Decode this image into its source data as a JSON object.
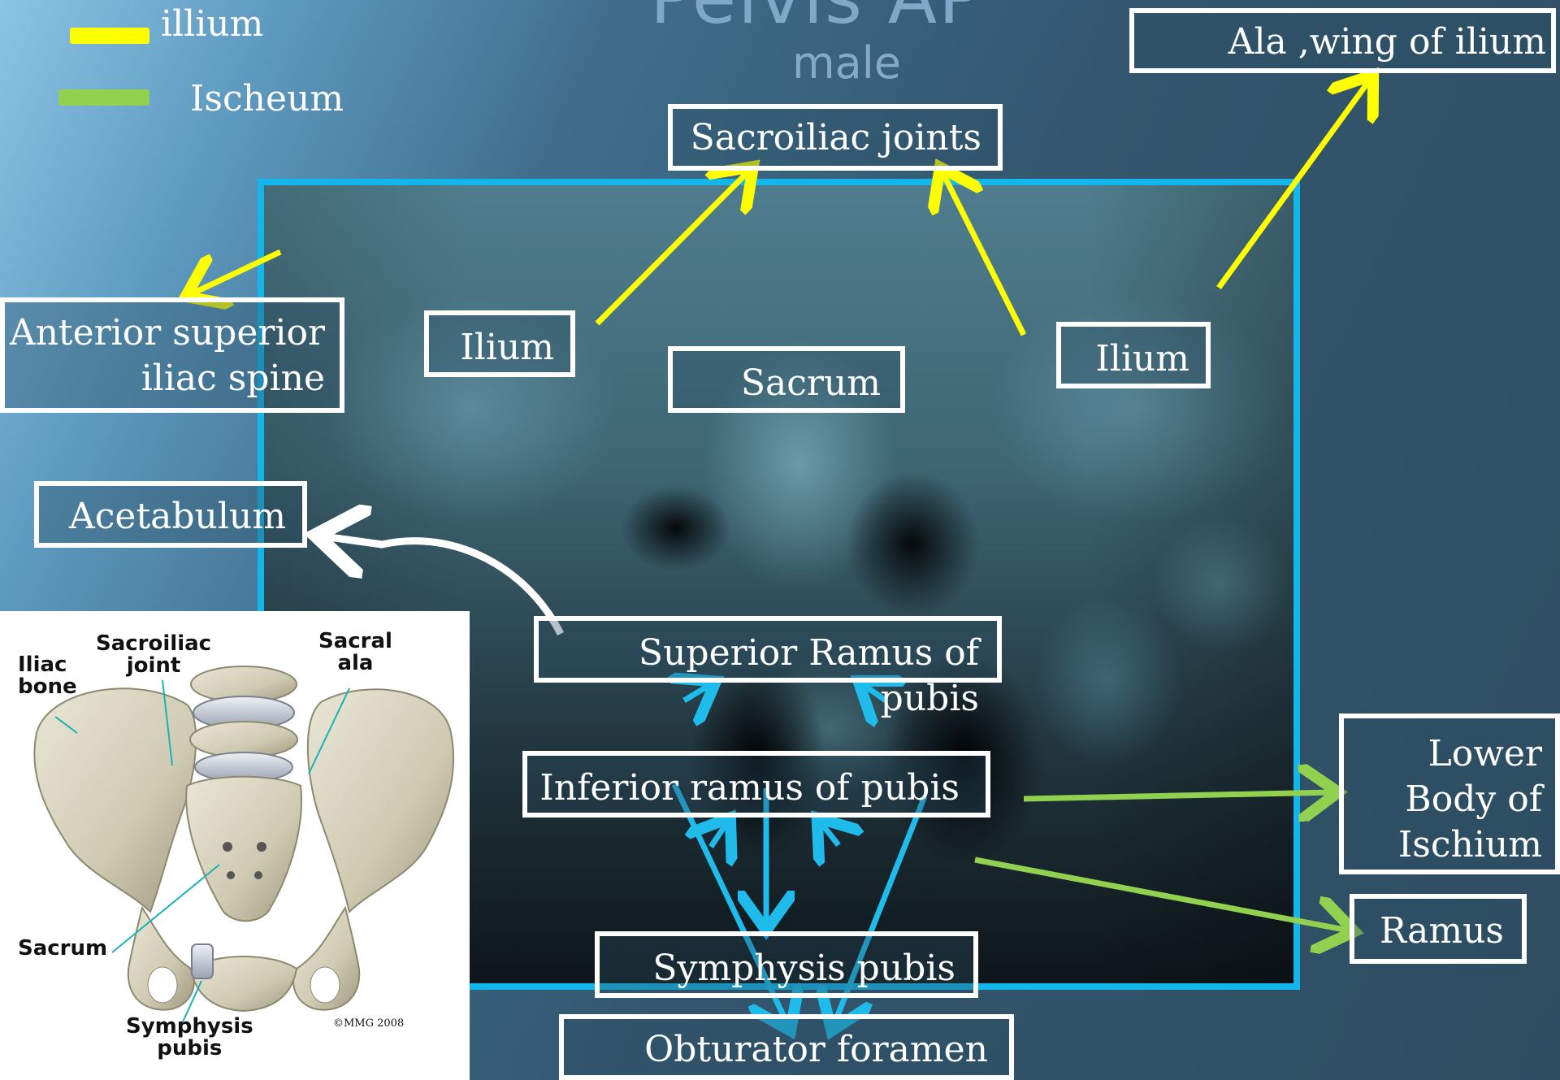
{
  "slide": {
    "title_partial": "Pelvis AP",
    "subtitle": "male"
  },
  "legend": {
    "items": [
      {
        "label": "illium",
        "color": "#ffff00"
      },
      {
        "label": "Ischeum",
        "color": "#92d050"
      }
    ]
  },
  "labels": {
    "ala_wing": "Ala ,wing of ilium",
    "sacroiliac_joints": "Sacroiliac joints",
    "asis_line1": "Anterior superior",
    "asis_line2": "iliac spine",
    "ilium_left": "Ilium",
    "ilium_right": "Ilium",
    "sacrum": "Sacrum",
    "acetabulum": "Acetabulum",
    "superior_ramus": "Superior Ramus of pubis",
    "inferior_ramus": "Inferior ramus of pubis",
    "lower_body_line1": "Lower",
    "lower_body_line2": "Body of",
    "lower_body_line3": "Ischium",
    "ramus": "Ramus",
    "symphysis": "Symphysis pubis",
    "obturator": "Obturator foramen"
  },
  "inset": {
    "iliac_bone_line1": "Iliac",
    "iliac_bone_line2": "bone",
    "sacroiliac_line1": "Sacroiliac",
    "sacroiliac_line2": "joint",
    "sacral_line1": "Sacral",
    "sacral_line2": "ala",
    "sacrum": "Sacrum",
    "symphysis_line1": "Symphysis",
    "symphysis_line2": "pubis",
    "copyright": "©MMG 2008"
  },
  "colors": {
    "ilium_arrow": "#ffff00",
    "ischium_arrow": "#92d050",
    "pubis_arrow": "#1fbbea",
    "frame": "#13b6ea",
    "label_border": "#ffffff"
  }
}
